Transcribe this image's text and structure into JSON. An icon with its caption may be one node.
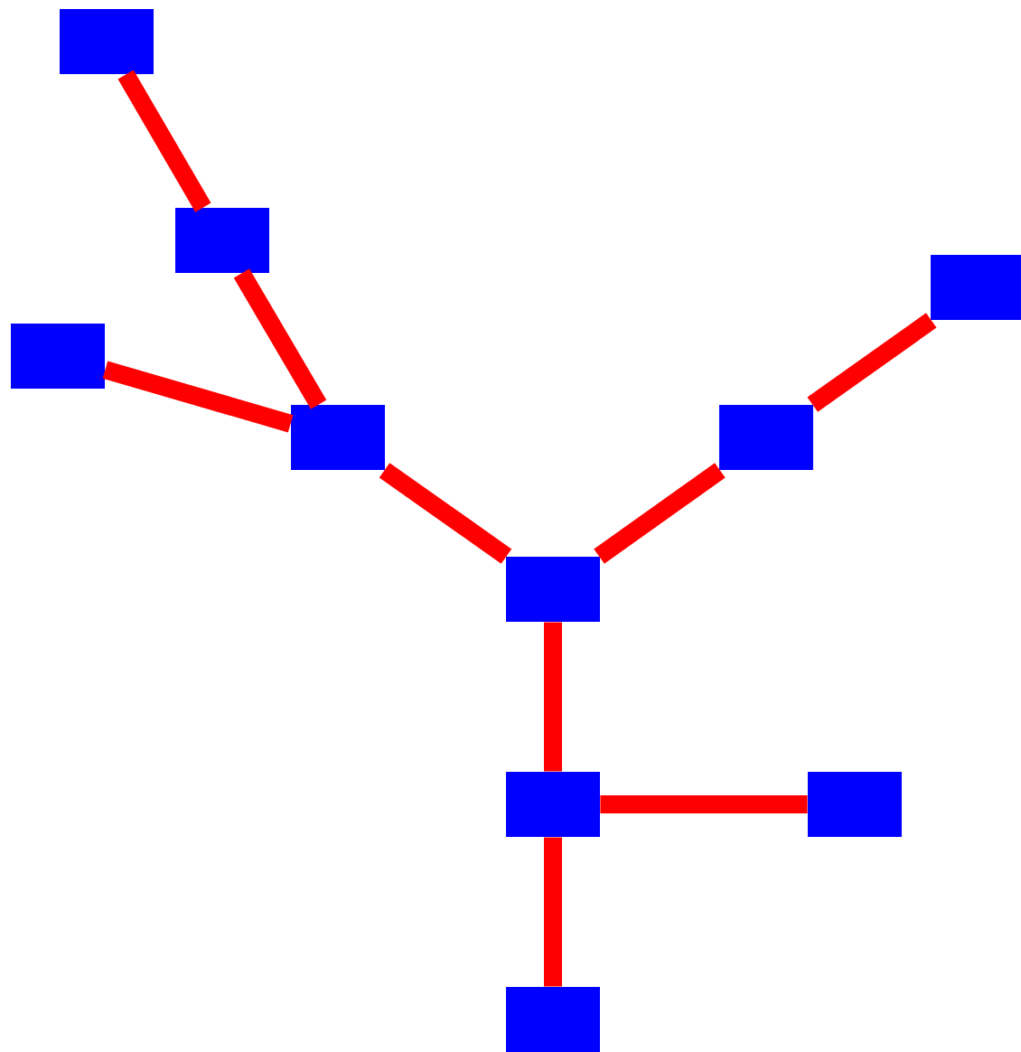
{
  "diagram": {
    "nodes": [
      {
        "text": [],
        "shape": "box"
      },
      {
        "text": [],
        "shape": "box"
      },
      {
        "text": [],
        "shape": "box"
      },
      {
        "text": [],
        "shape": "box"
      },
      {
        "text": [],
        "shape": "box"
      },
      {
        "text": [],
        "shape": "box"
      },
      {
        "text": [],
        "shape": "box"
      },
      {
        "text": [],
        "shape": "box"
      },
      {
        "text": [],
        "shape": "box"
      },
      {
        "text": [],
        "shape": "box"
      }
    ],
    "edges": [
      {
        "from": 0,
        "to": 1,
        "arrow": "none"
      },
      {
        "from": 1,
        "to": 4,
        "arrow": "none"
      },
      {
        "from": 3,
        "to": 4,
        "arrow": "none"
      },
      {
        "from": 4,
        "to": 6,
        "arrow": "none"
      },
      {
        "from": 6,
        "to": 5,
        "arrow": "none"
      },
      {
        "from": 5,
        "to": 2,
        "arrow": "none"
      },
      {
        "from": 6,
        "to": 7,
        "arrow": "none"
      },
      {
        "from": 7,
        "to": 8,
        "arrow": "none"
      },
      {
        "from": 7,
        "to": 9,
        "arrow": "none"
      }
    ]
  }
}
